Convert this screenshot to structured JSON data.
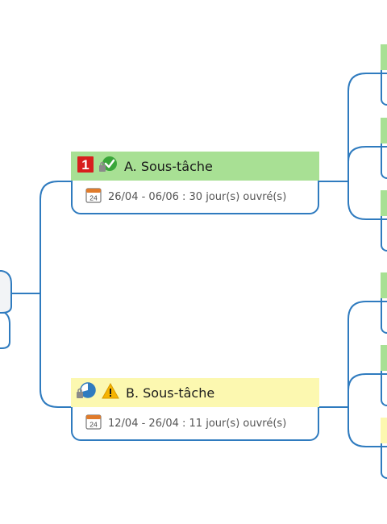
{
  "tasks": [
    {
      "title": "A. Sous-tâche",
      "dates": "26/04 - 06/06 : 30 jour(s) ouvré(s)",
      "priority": "1",
      "calendar_day": "24",
      "icons": [
        "priority-1-icon",
        "task-complete-icon",
        "calendar-icon"
      ],
      "header_color": "#a8e094"
    },
    {
      "title": "B. Sous-tâche",
      "dates": "12/04 - 26/04 : 11 jour(s) ouvré(s)",
      "calendar_day": "24",
      "icons": [
        "progress-pie-icon",
        "warning-icon",
        "calendar-icon"
      ],
      "header_color": "#fcf8b0"
    }
  ],
  "colors": {
    "connector": "#2f7bbf",
    "green": "#a8e094",
    "yellow": "#fcf8b0"
  }
}
